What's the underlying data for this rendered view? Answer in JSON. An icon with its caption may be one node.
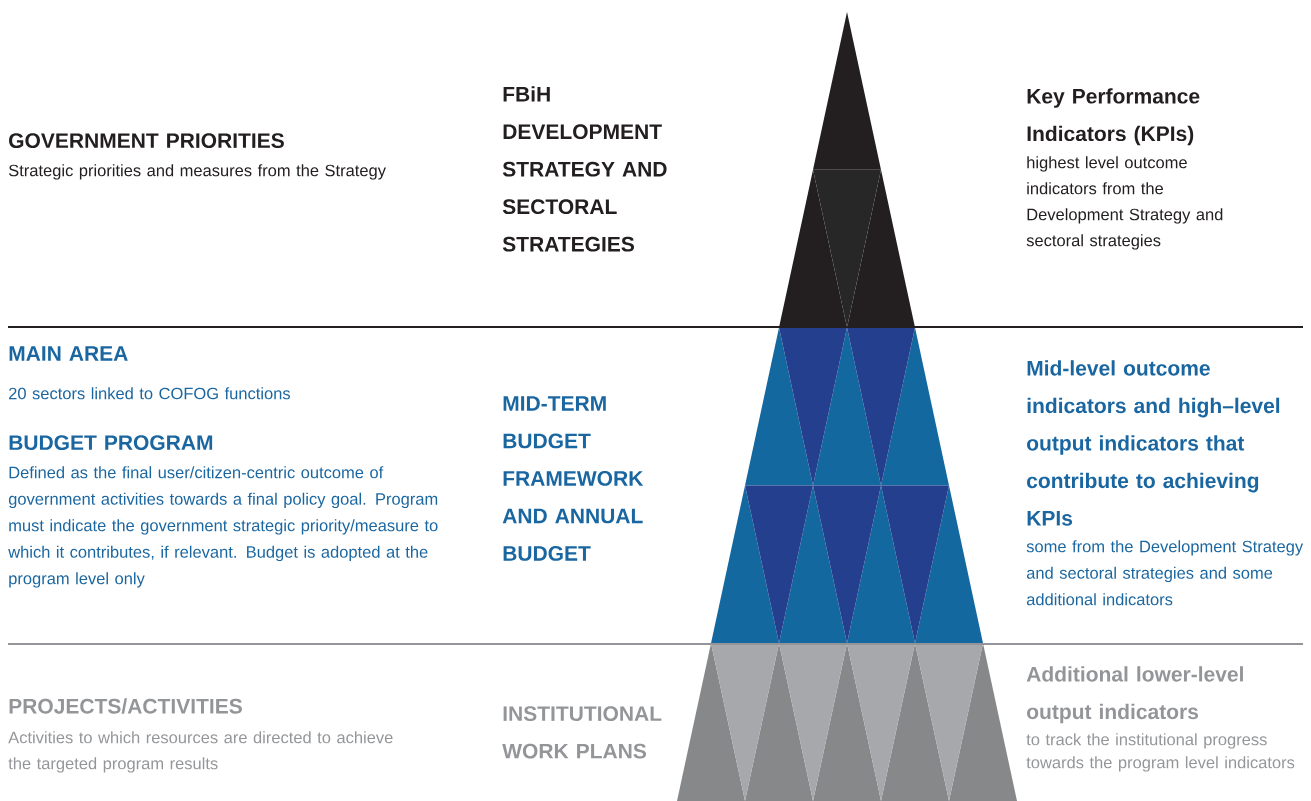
{
  "diagram": {
    "labels": [
      "GOVERNMENT PRIORITIES",
      "Strategic priorities and measures from the Strategy",
      "FBiH DEVELOPMENT STRATEGY AND SECTORAL STRATEGIES",
      "Key Performance Indicators (KPIs)",
      "highest level outcome indicators from the Development Strategy and sectoral strategies",
      "MAIN AREA",
      "20 sectors linked to COFOG functions",
      "BUDGET PROGRAM",
      "Defined as the final user/citizen-centric outcome of government activities towards a final policy goal. Program must indicate the government strategic priority/measure to which it contributes, if relevant. Budget is adopted at the program level only",
      "MID-TERM BUDGET FRAMEWORK AND ANNUAL BUDGET",
      "Mid-level outcome indicators and high–level output indicators that contribute to achieving KPIs",
      "some from the Development Strategy and sectoral strategies and some additional indicators",
      "PROJECTS/ACTIVITIES",
      "Activities to which resources are directed to achieve the targeted program results",
      "INSTITUTIONAL WORK PLANS",
      "Additional lower-level output indicators",
      "to track the institutional progress towards the program level indicators"
    ]
  }
}
